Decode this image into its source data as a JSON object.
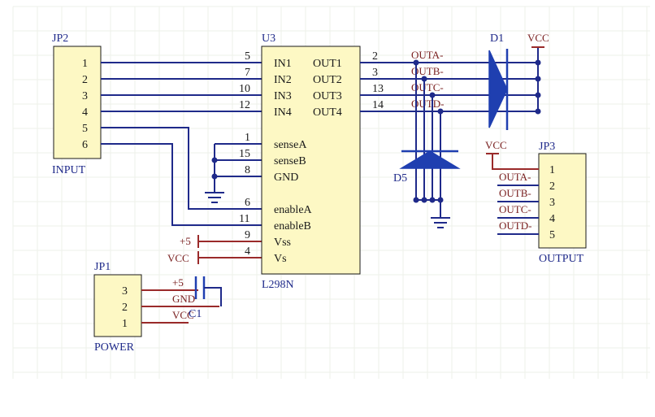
{
  "components": {
    "jp2": {
      "ref": "JP2",
      "name": "INPUT",
      "pins": [
        "1",
        "2",
        "3",
        "4",
        "5",
        "6"
      ]
    },
    "u3": {
      "ref": "U3",
      "name": "L298N",
      "left_pins": [
        {
          "num": "5",
          "label": "IN1"
        },
        {
          "num": "7",
          "label": "IN2"
        },
        {
          "num": "10",
          "label": "IN3"
        },
        {
          "num": "12",
          "label": "IN4"
        },
        {
          "num": "1",
          "label": "senseA"
        },
        {
          "num": "15",
          "label": "senseB"
        },
        {
          "num": "8",
          "label": "GND"
        },
        {
          "num": "6",
          "label": "enableA"
        },
        {
          "num": "11",
          "label": "enableB"
        },
        {
          "num": "9",
          "label": "Vss"
        },
        {
          "num": "4",
          "label": "Vs"
        }
      ],
      "right_pins": [
        {
          "num": "2",
          "label": "OUT1"
        },
        {
          "num": "3",
          "label": "OUT2"
        },
        {
          "num": "13",
          "label": "OUT3"
        },
        {
          "num": "14",
          "label": "OUT4"
        }
      ]
    },
    "d1": {
      "ref": "D1"
    },
    "d5": {
      "ref": "D5"
    },
    "jp3": {
      "ref": "JP3",
      "name": "OUTPUT",
      "pins": [
        "1",
        "2",
        "3",
        "4",
        "5"
      ],
      "net_labels": [
        "OUTA-",
        "OUTB-",
        "OUTC-",
        "OUTD-"
      ]
    },
    "jp1": {
      "ref": "JP1",
      "name": "POWER",
      "pins": [
        "3",
        "2",
        "1"
      ],
      "net_labels": [
        "+5",
        "GND",
        "VCC"
      ]
    },
    "c1": {
      "ref": "C1"
    }
  },
  "nets": {
    "out_labels": [
      "OUTA-",
      "OUTB-",
      "OUTC-",
      "OUTD-"
    ],
    "vcc_d1": "VCC",
    "vcc_jp3": "VCC",
    "plus5_u3": "+5",
    "vcc_u3": "VCC"
  },
  "colors": {
    "wire": "#1f2a8a",
    "power_wire": "#9a2a2a",
    "component_fill": "#fdf8c4",
    "diode": "#1f3fb0",
    "net_label": "#7a2020"
  }
}
